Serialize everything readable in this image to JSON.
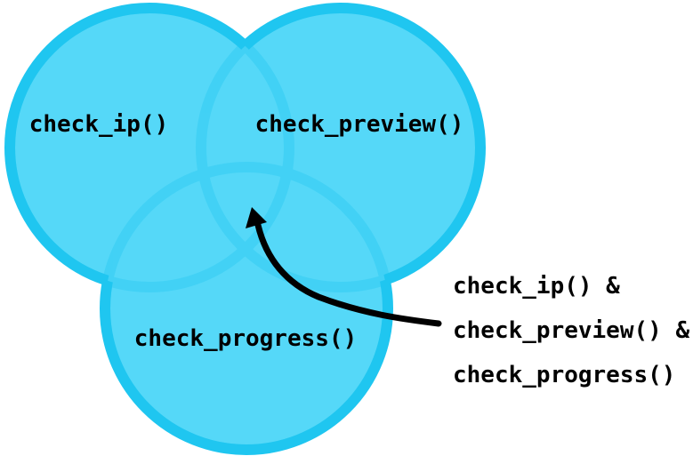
{
  "colors": {
    "background": "#FFFFFF",
    "circle_fill": "#55D8F8",
    "circle_stroke": "#1FC6F0",
    "text": "#000000",
    "arrow": "#000000"
  },
  "venn": {
    "type": "venn",
    "sets": [
      {
        "label": "check_ip()"
      },
      {
        "label": "check_preview()"
      },
      {
        "label": "check_progress()"
      }
    ],
    "intersection_annotation": {
      "target": "triple-intersection",
      "lines": [
        "check_ip() &",
        "check_preview() &",
        "check_progress()"
      ]
    }
  }
}
